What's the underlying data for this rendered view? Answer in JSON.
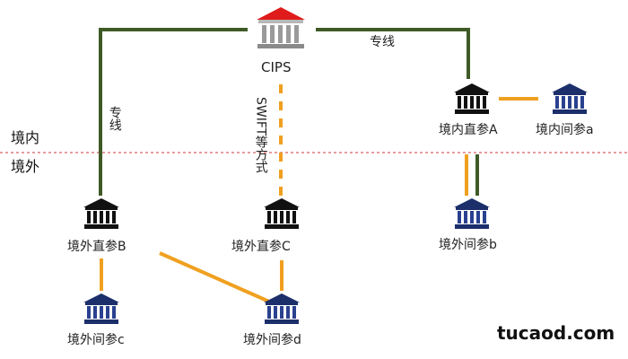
{
  "diagram": {
    "regions": {
      "domestic": "境内",
      "overseas": "境外"
    },
    "nodes": {
      "cips": "CIPS",
      "domestic_direct_a": "境内直参A",
      "domestic_indirect_a": "境内间参a",
      "overseas_indirect_b": "境外间参b",
      "overseas_direct_b": "境外直参B",
      "overseas_direct_c": "境外直参C",
      "overseas_indirect_c": "境外间参c",
      "overseas_indirect_d": "境外间参d"
    },
    "edge_labels": {
      "dedicated_line_right": "专线",
      "dedicated_line_left": "专线",
      "swift_methods": "SWIFT等方式"
    },
    "watermark": "tucaod.com",
    "colors": {
      "dedicated_line": "#3f5a26",
      "connection": "#f0a020",
      "cips_roof": "#e01b1b",
      "cips_body": "#9a9a9a",
      "direct_participant": "#111111",
      "indirect_participant": "#1c2f6b",
      "divider": "#e07b7b"
    },
    "icons": {
      "cips": "bank-building-icon",
      "direct": "bank-building-icon",
      "indirect": "bank-building-icon"
    }
  }
}
